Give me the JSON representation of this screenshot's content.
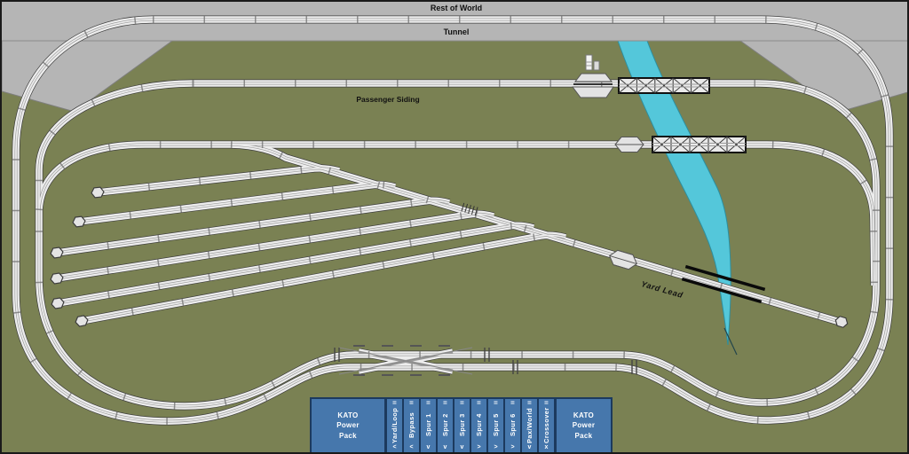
{
  "labels": {
    "rest_of_world": "Rest of World",
    "tunnel": "Tunnel",
    "passenger_siding": "Passenger Siding",
    "yard_lead": "Yard Lead"
  },
  "panel": {
    "left_power_pack": {
      "lines": [
        "KATO",
        "Power",
        "Pack"
      ]
    },
    "right_power_pack": {
      "lines": [
        "KATO",
        "Power",
        "Pack"
      ]
    },
    "switches": [
      {
        "label": "Yard/Loop",
        "top_symbol": "=",
        "bottom_symbol": "<"
      },
      {
        "label": "Bypass",
        "top_symbol": "=",
        "bottom_symbol": "<"
      },
      {
        "label": "Spur 1",
        "top_symbol": "=",
        "bottom_symbol": "v"
      },
      {
        "label": "Spur 2",
        "top_symbol": "=",
        "bottom_symbol": "v"
      },
      {
        "label": "Spur 3",
        "top_symbol": "=",
        "bottom_symbol": "v"
      },
      {
        "label": "Spur 4",
        "top_symbol": "=",
        "bottom_symbol": ">"
      },
      {
        "label": "Spur 5",
        "top_symbol": "=",
        "bottom_symbol": ">"
      },
      {
        "label": "Spur 6",
        "top_symbol": "=",
        "bottom_symbol": ">"
      },
      {
        "label": "Pax/World",
        "top_symbol": "=",
        "bottom_symbol": "v"
      },
      {
        "label": "Crossover",
        "top_symbol": "=",
        "bottom_symbol": "x"
      }
    ]
  },
  "colors": {
    "baseboard_green": "#7A8153",
    "tunnel_gray": "#B5B5B5",
    "river_cyan": "#54C7DA",
    "roadbed": "#EDEDED",
    "rail_gray": "#9a9a9a",
    "panel_blue": "#4677AC",
    "panel_border": "#1c3a5e",
    "label_black": "#111111"
  }
}
